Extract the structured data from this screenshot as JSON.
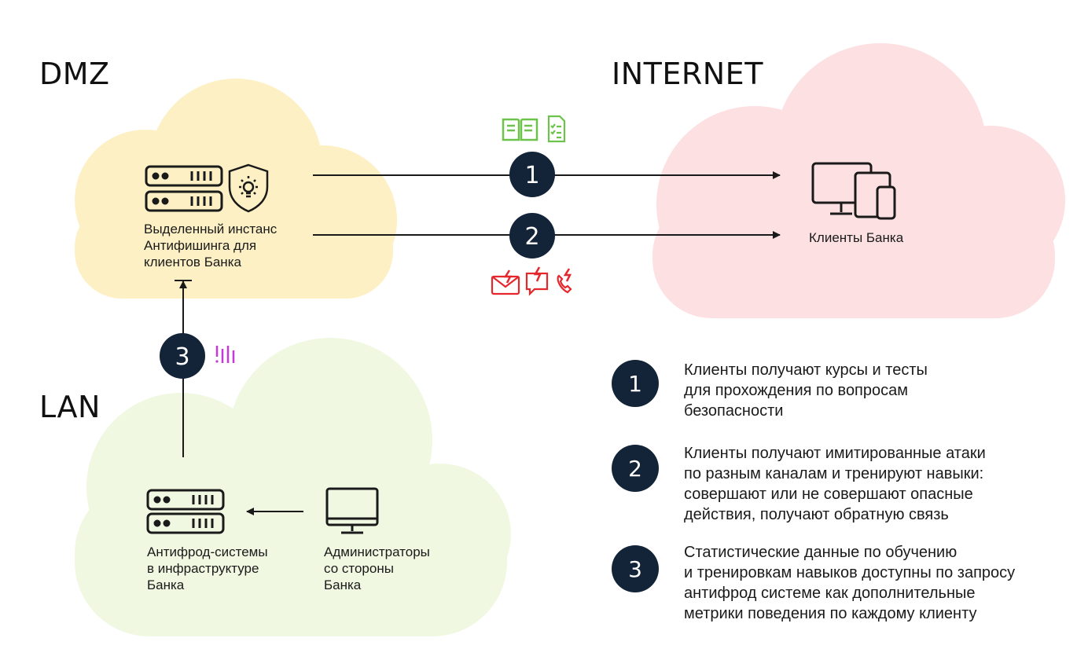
{
  "zones": {
    "dmz": "DMZ",
    "internet": "INTERNET",
    "lan": "LAN"
  },
  "nodes": {
    "antiphishing": "Выделенный инстанс\nАнтифишинга для\nклиентов Банка",
    "clients": "Клиенты Банка",
    "antifraud": "Антифрод-системы\nв инфраструктуре\nБанка",
    "admins": "Администраторы\nсо стороны\nБанка"
  },
  "steps": [
    "1",
    "2",
    "3"
  ],
  "legend": [
    {
      "num": "1",
      "text": "Клиенты получают курсы и тесты\nдля прохождения по вопросам\nбезопасности"
    },
    {
      "num": "2",
      "text": "Клиенты получают имитированные атаки\nпо разным каналам и тренируют навыки:\nсовершают или не совершают опасные\nдействия, получают обратную связь"
    },
    {
      "num": "3",
      "text": "Статистические данные по обучению\nи тренировкам навыков доступны по запросу\nантифрод системе как дополнительные\nметрики поведения по каждому клиенту"
    }
  ],
  "icons": {
    "course": "book-icon",
    "test": "checklist-icon",
    "mail_attack": "email-attack-icon",
    "chat_attack": "chat-attack-icon",
    "call_attack": "phone-attack-icon",
    "stats": "stats-icon"
  },
  "colors": {
    "dmz_cloud": "#fcf0c4",
    "internet_cloud": "#fde0e2",
    "lan_cloud": "#f0f8e2",
    "badge": "#132338",
    "green_icon": "#6cc24a",
    "red_icon": "#e5262b",
    "purple_icon": "#c43ad6"
  }
}
